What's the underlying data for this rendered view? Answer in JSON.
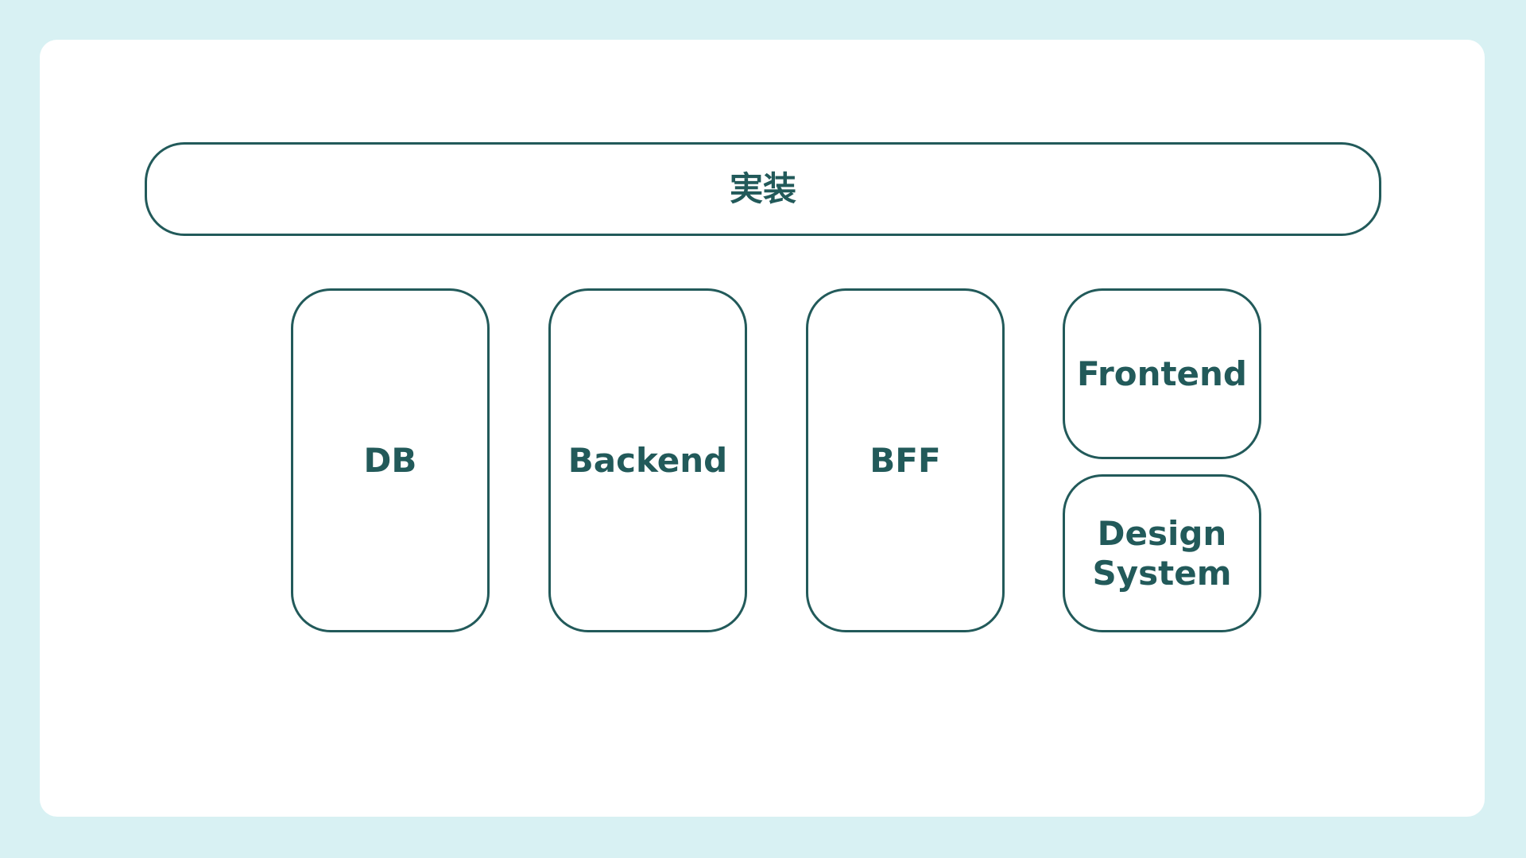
{
  "diagram": {
    "top_bar_label": "実装",
    "layers": [
      {
        "label": "DB"
      },
      {
        "label": "Backend"
      },
      {
        "label": "BFF"
      }
    ],
    "frontend_label": "Frontend",
    "design_system_label": "Design\nSystem"
  },
  "colors": {
    "background": "#d8f1f3",
    "card": "#ffffff",
    "accent": "#225a5a"
  }
}
